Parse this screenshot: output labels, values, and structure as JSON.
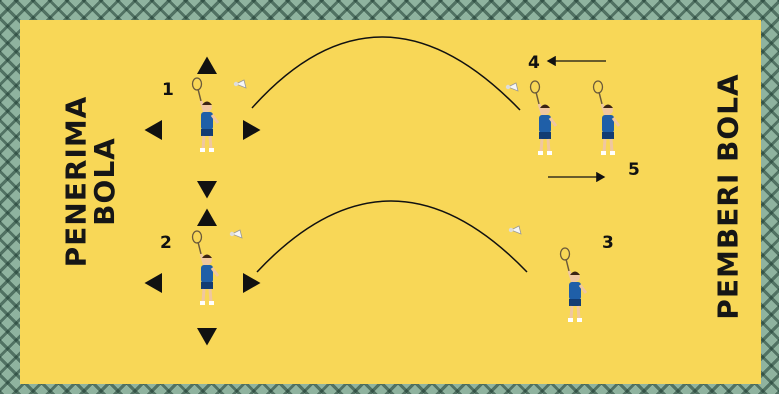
{
  "labels": {
    "left_line1": "PENERIMA",
    "left_line2": "BOLA",
    "right": "PEMBERI BOLA"
  },
  "positions": [
    "1",
    "2",
    "3",
    "4",
    "5"
  ],
  "colors": {
    "court": "#f8d757",
    "border": "#8fb39f",
    "shirt": "#1f5fa8",
    "shorts": "#123c73",
    "skin": "#f0c7a0",
    "arrow": "#111111"
  },
  "icons": [
    "player-figure-icon",
    "shuttlecock-icon",
    "arrow-icon"
  ]
}
